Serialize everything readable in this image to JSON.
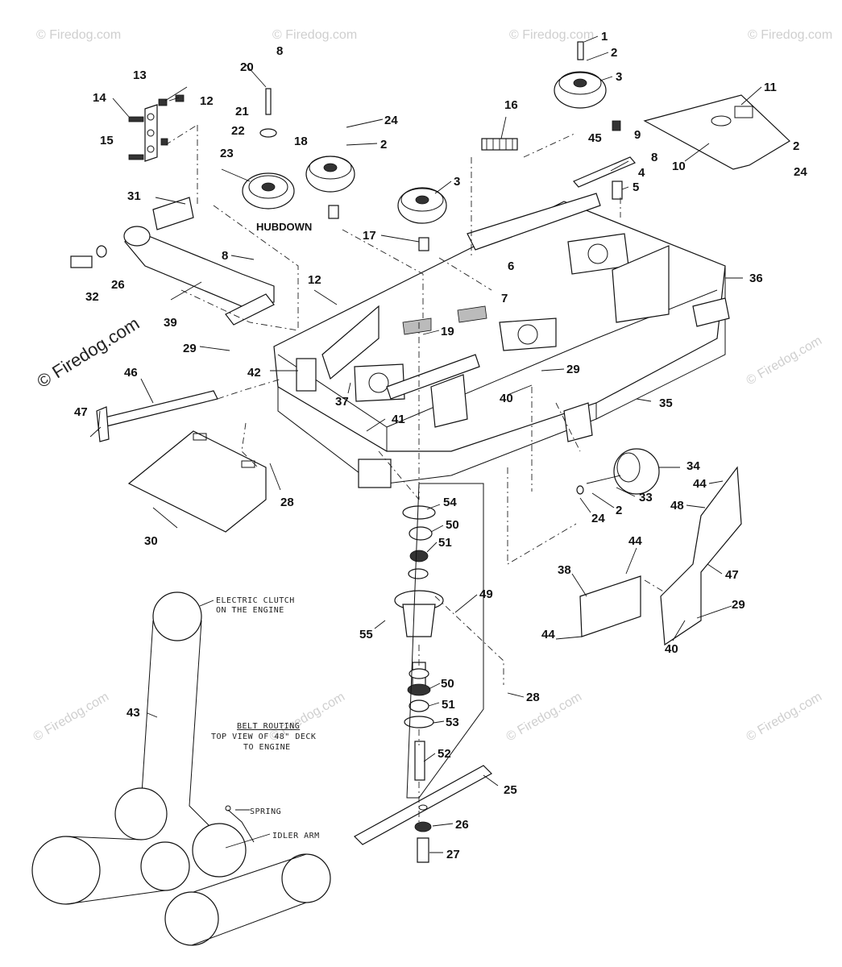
{
  "watermark": {
    "site": "© Firedog.com",
    "small": "© Firedog.com"
  },
  "labels": {
    "hub_down": "HUBDOWN",
    "electric_clutch_1": "ELECTRIC CLUTCH",
    "electric_clutch_2": "ON THE ENGINE",
    "belt_routing_title": "BELT ROUTING",
    "belt_routing_2": "TOP VIEW OF 48\" DECK",
    "belt_routing_3": "TO ENGINE",
    "spring": "SPRING",
    "idler_arm": "IDLER ARM"
  },
  "callouts": {
    "c1": "1",
    "c2a": "2",
    "c2b": "2",
    "c2c": "2",
    "c2d": "2",
    "c3a": "3",
    "c3b": "3",
    "c4": "4",
    "c5": "5",
    "c6": "6",
    "c7": "7",
    "c8a": "8",
    "c8b": "8",
    "c8c": "8",
    "c9": "9",
    "c10": "10",
    "c11": "11",
    "c12a": "12",
    "c12b": "12",
    "c13": "13",
    "c14": "14",
    "c15": "15",
    "c16": "16",
    "c17": "17",
    "c18": "18",
    "c19": "19",
    "c20": "20",
    "c21": "21",
    "c22": "22",
    "c23": "23",
    "c24a": "24",
    "c24b": "24",
    "c24c": "24",
    "c25": "25",
    "c26a": "26",
    "c26b": "26",
    "c27": "27",
    "c28a": "28",
    "c28b": "28",
    "c29a": "29",
    "c29b": "29",
    "c29c": "29",
    "c30": "30",
    "c31": "31",
    "c32": "32",
    "c33": "33",
    "c34": "34",
    "c35": "35",
    "c36": "36",
    "c37": "37",
    "c38": "38",
    "c39": "39",
    "c40a": "40",
    "c40b": "40",
    "c41": "41",
    "c42": "42",
    "c43": "43",
    "c44a": "44",
    "c44b": "44",
    "c44c": "44",
    "c45": "45",
    "c46": "46",
    "c47a": "47",
    "c47b": "47",
    "c48": "48",
    "c49": "49",
    "c50a": "50",
    "c50b": "50",
    "c51a": "51",
    "c51b": "51",
    "c52": "52",
    "c53": "53",
    "c54": "54",
    "c55": "55"
  }
}
